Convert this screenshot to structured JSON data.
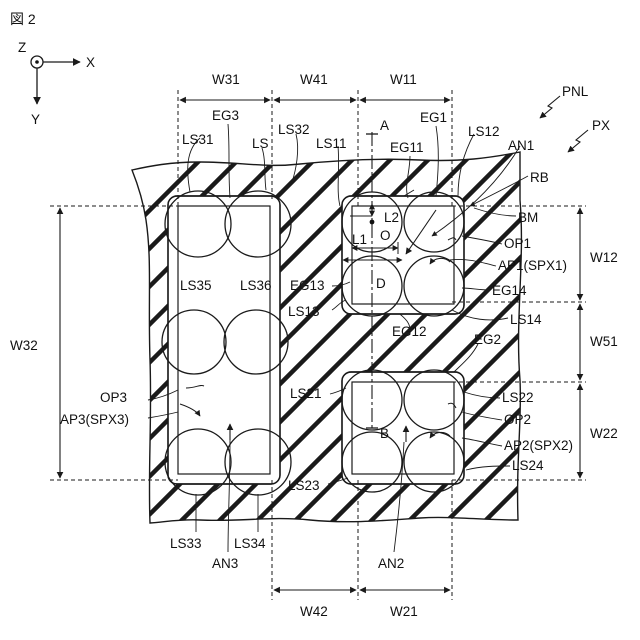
{
  "figure_label": "図 2",
  "axes": {
    "z": "Z",
    "x": "X",
    "y": "Y"
  },
  "dimensions": {
    "w31": "W31",
    "w41": "W41",
    "w11": "W11",
    "w12": "W12",
    "w51": "W51",
    "w22": "W22",
    "w32": "W32",
    "w42": "W42",
    "w21": "W21"
  },
  "labels": {
    "pnl": "PNL",
    "px": "PX",
    "a": "A",
    "b": "B",
    "eg3": "EG3",
    "eg1": "EG1",
    "ls31": "LS31",
    "ls": "LS",
    "ls32": "LS32",
    "ls11": "LS11",
    "eg11": "EG11",
    "ls12": "LS12",
    "an1": "AN1",
    "rb": "RB",
    "bm": "BM",
    "l2": "L2",
    "l1": "L1",
    "o": "O",
    "op1": "OP1",
    "ap1": "AP1(SPX1)",
    "d": "D",
    "eg13": "EG13",
    "eg14": "EG14",
    "ls35": "LS35",
    "ls36": "LS36",
    "ls13": "LS13",
    "eg12": "EG12",
    "ls14": "LS14",
    "eg2": "EG2",
    "ls21": "LS21",
    "ls22": "LS22",
    "op2": "OP2",
    "op3": "OP3",
    "ap3": "AP3(SPX3)",
    "ap2": "AP2(SPX2)",
    "ls24": "LS24",
    "ls23": "LS23",
    "ls33": "LS33",
    "ls34": "LS34",
    "an3": "AN3",
    "an2": "AN2"
  }
}
